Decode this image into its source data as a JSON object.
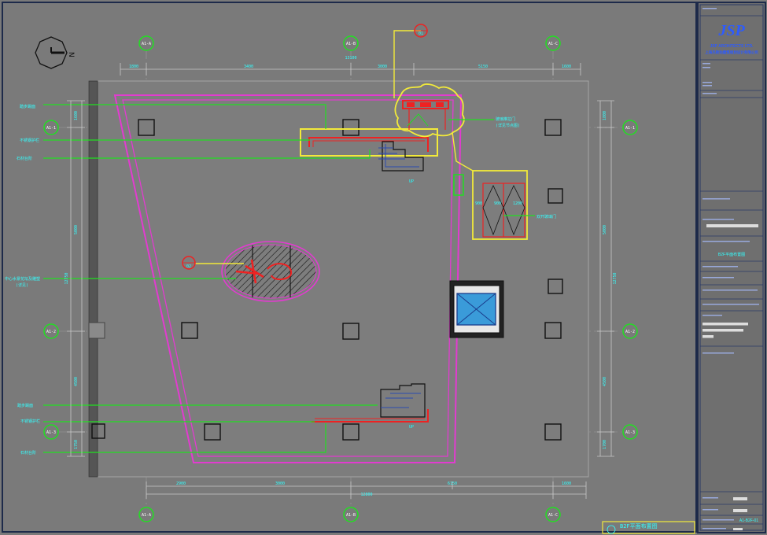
{
  "compass": {
    "north_label": "N"
  },
  "grid_bubbles": {
    "top": [
      "A1-A",
      "A1-B",
      "A1-C"
    ],
    "bottom": [
      "A1-A",
      "A1-B",
      "A1-C"
    ],
    "left": [
      "A1-1",
      "A1-2",
      "A1-3"
    ],
    "right": [
      "A1-1",
      "A1-2",
      "A1-3"
    ]
  },
  "dimensions": {
    "top_segments": [
      "1800",
      "3400",
      "3000",
      "5150",
      "1600"
    ],
    "top_total": "13100",
    "bottom_segments": [
      "2900",
      "3000",
      "6150",
      "1600"
    ],
    "bottom_total": "12800",
    "left_segments": [
      "1600",
      "5000",
      "4500",
      "1750"
    ],
    "left_total": "12750",
    "right_segments": [
      "1800",
      "5000",
      "4500",
      "1700"
    ],
    "right_total": "12750"
  },
  "detail_marks": [
    "01",
    "02"
  ],
  "callouts": {
    "left": [
      "踏步踢面",
      "不锈钢护栏",
      "石材台阶",
      "中心水景花坛及雕塑",
      "(详见)",
      "踏步踢面",
      "不锈钢护栏",
      "石材台阶"
    ],
    "right": [
      "玻璃推拉门",
      "(详见节点图)",
      "双开玻璃门"
    ]
  },
  "door_labels": [
    "900",
    "900",
    "1200"
  ],
  "title_block": {
    "logo": "JSP",
    "firm_en": "JSP ARCHITECTS LTD.",
    "firm_cn": "上海杰斯珀建筑规划设计有限公司",
    "project_label": "项目",
    "drawing_title": "B2F平面布置图",
    "drawing_number": "A1-B2F-01"
  },
  "sheet_title": {
    "title": "B2F平面布置图",
    "subtitle": "1 : 100"
  }
}
